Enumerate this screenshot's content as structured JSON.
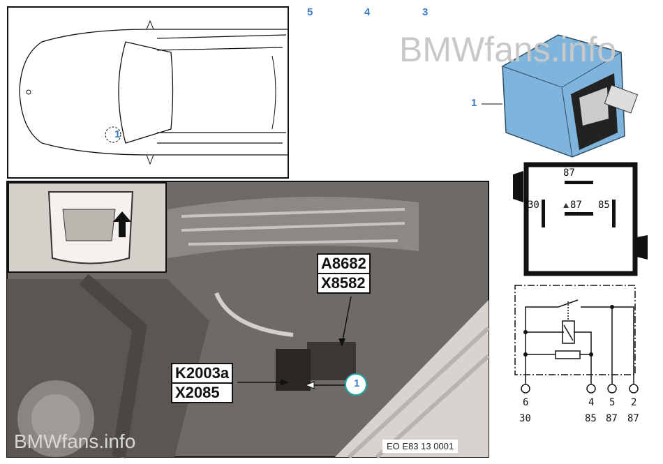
{
  "watermark": "BMWfans.info",
  "callouts": {
    "top": [
      "5",
      "4",
      "3"
    ],
    "relay": "1",
    "car": "1",
    "photo": "1"
  },
  "photo_labels": {
    "upper": [
      "A8682",
      "X8582"
    ],
    "lower": [
      "K2003a",
      "X2085"
    ]
  },
  "diagram_code": "EO E83 13 0001",
  "pinout": {
    "top": "87",
    "center": "87",
    "left": "30",
    "right": "85"
  },
  "schematic": {
    "pin_numbers": [
      "6",
      "4",
      "5",
      "2"
    ],
    "terminal_labels": [
      "30",
      "85",
      "87",
      "87"
    ]
  },
  "colors": {
    "callout": "#3a7cc0",
    "relay_body": "#7fb4dc"
  }
}
